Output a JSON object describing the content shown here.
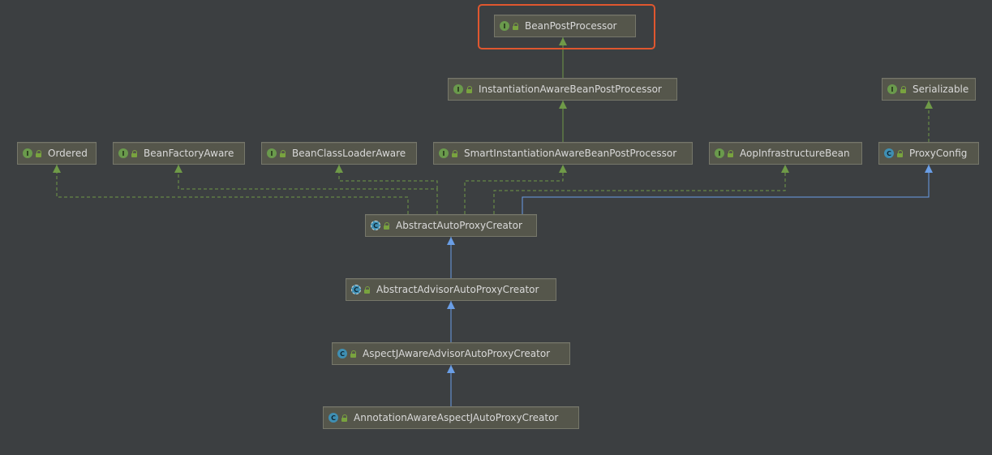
{
  "diagram": {
    "highlighted": "BeanPostProcessor",
    "nodes": [
      {
        "id": "BeanPostProcessor",
        "label": "BeanPostProcessor",
        "kind": "interface"
      },
      {
        "id": "InstantiationAwareBeanPostProcessor",
        "label": "InstantiationAwareBeanPostProcessor",
        "kind": "interface"
      },
      {
        "id": "Serializable",
        "label": "Serializable",
        "kind": "interface"
      },
      {
        "id": "Ordered",
        "label": "Ordered",
        "kind": "interface"
      },
      {
        "id": "BeanFactoryAware",
        "label": "BeanFactoryAware",
        "kind": "interface"
      },
      {
        "id": "BeanClassLoaderAware",
        "label": "BeanClassLoaderAware",
        "kind": "interface"
      },
      {
        "id": "SmartInstantiationAwareBeanPostProcessor",
        "label": "SmartInstantiationAwareBeanPostProcessor",
        "kind": "interface"
      },
      {
        "id": "AopInfrastructureBean",
        "label": "AopInfrastructureBean",
        "kind": "interface"
      },
      {
        "id": "ProxyConfig",
        "label": "ProxyConfig",
        "kind": "class"
      },
      {
        "id": "AbstractAutoProxyCreator",
        "label": "AbstractAutoProxyCreator",
        "kind": "abstract"
      },
      {
        "id": "AbstractAdvisorAutoProxyCreator",
        "label": "AbstractAdvisorAutoProxyCreator",
        "kind": "abstract"
      },
      {
        "id": "AspectJAwareAdvisorAutoProxyCreator",
        "label": "AspectJAwareAdvisorAutoProxyCreator",
        "kind": "class"
      },
      {
        "id": "AnnotationAwareAspectJAutoProxyCreator",
        "label": "AnnotationAwareAspectJAutoProxyCreator",
        "kind": "class"
      }
    ],
    "edges": [
      {
        "from": "InstantiationAwareBeanPostProcessor",
        "to": "BeanPostProcessor",
        "relation": "extends"
      },
      {
        "from": "SmartInstantiationAwareBeanPostProcessor",
        "to": "InstantiationAwareBeanPostProcessor",
        "relation": "extends"
      },
      {
        "from": "ProxyConfig",
        "to": "Serializable",
        "relation": "implements"
      },
      {
        "from": "AbstractAutoProxyCreator",
        "to": "Ordered",
        "relation": "implements"
      },
      {
        "from": "AbstractAutoProxyCreator",
        "to": "BeanFactoryAware",
        "relation": "implements"
      },
      {
        "from": "AbstractAutoProxyCreator",
        "to": "BeanClassLoaderAware",
        "relation": "implements"
      },
      {
        "from": "AbstractAutoProxyCreator",
        "to": "SmartInstantiationAwareBeanPostProcessor",
        "relation": "implements"
      },
      {
        "from": "AbstractAutoProxyCreator",
        "to": "AopInfrastructureBean",
        "relation": "implements"
      },
      {
        "from": "AbstractAutoProxyCreator",
        "to": "ProxyConfig",
        "relation": "extends-class"
      },
      {
        "from": "AbstractAdvisorAutoProxyCreator",
        "to": "AbstractAutoProxyCreator",
        "relation": "extends-class"
      },
      {
        "from": "AspectJAwareAdvisorAutoProxyCreator",
        "to": "AbstractAdvisorAutoProxyCreator",
        "relation": "extends-class"
      },
      {
        "from": "AnnotationAwareAspectJAutoProxyCreator",
        "to": "AspectJAwareAdvisorAutoProxyCreator",
        "relation": "extends-class"
      }
    ],
    "colors": {
      "background": "#3c3f41",
      "node_fill": "#55564b",
      "node_border": "#76776a",
      "node_text": "#d9d9d9",
      "interface_badge": "#6a9a4c",
      "class_badge": "#3f8fb3",
      "interface_edge": "#6f9a48",
      "class_edge": "#6a9ee6",
      "highlight": "#e0572f"
    }
  }
}
